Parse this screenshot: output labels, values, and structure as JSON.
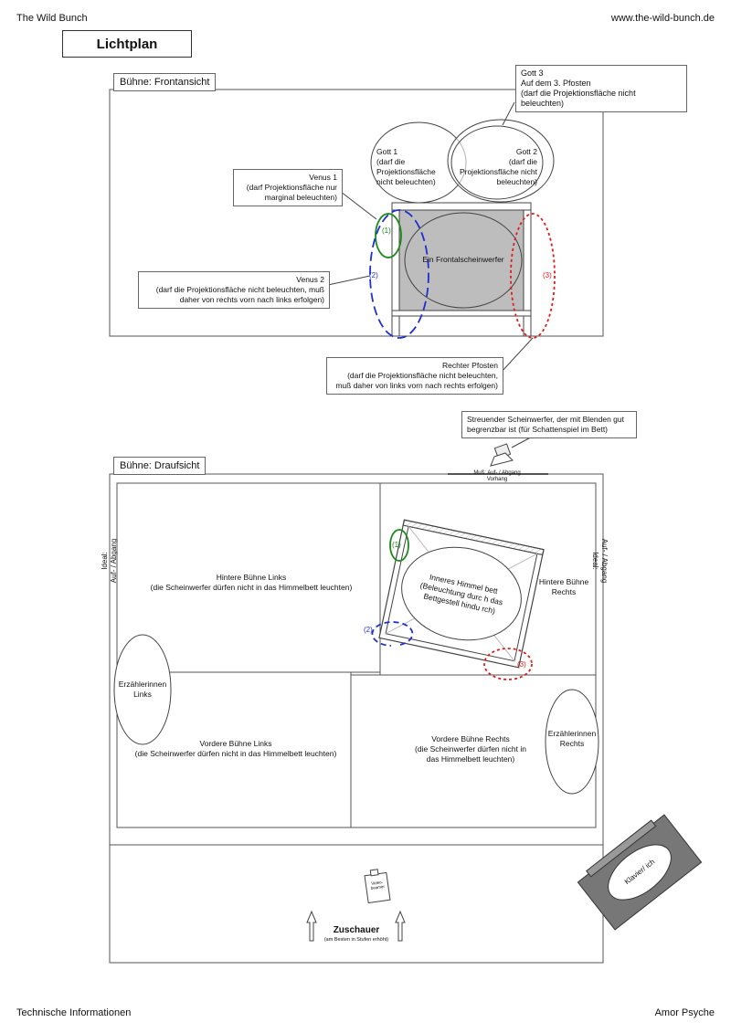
{
  "header": {
    "left": "The Wild Bunch",
    "right": "www.the-wild-bunch.de"
  },
  "title": "Lichtplan",
  "front": {
    "label": "Bühne: Frontansicht",
    "gott3": [
      "Gott 3",
      "Auf dem 3. Pfosten",
      "(darf die Projektionsfläche nicht",
      "beleuchten)"
    ],
    "gott1": [
      "Gott 1",
      "(darf die",
      "Projektionsfläche",
      "nicht beleuchten)"
    ],
    "gott2": [
      "Gott 2",
      "(darf die",
      "Projektionsfläche nicht",
      "beleuchten)"
    ],
    "venus1": [
      "Venus 1",
      "(darf Projektionsfläche nur",
      "marginal beleuchten)"
    ],
    "venus2": [
      "Venus 2",
      "(darf die Projektionsfläche nicht beleuchten, muß",
      "daher von rechts vorn nach links erfolgen)"
    ],
    "frontal": "Ein Frontalscheinwerfer",
    "m1": "(1)",
    "m2": "(2)",
    "m3": "(3)",
    "pfosten": [
      "Rechter Pfosten",
      "(darf die Projektionsfläche nicht beleuchten,",
      "muß daher von links vorn nach rechts erfolgen)"
    ]
  },
  "streu": [
    "Streuender Scheinwerfer, der mit Blenden gut",
    "begrenzbar ist (für Schattenspiel im Bett)"
  ],
  "top": {
    "label": "Bühne: Draufsicht",
    "door_top": [
      "Muß: Auf- / Abgang",
      "Vorhang"
    ],
    "left_side": [
      "Ideal:",
      "Auf- / Abgang"
    ],
    "right_side": [
      "Auf- / Abgang",
      "Ideal:"
    ],
    "hbl": [
      "Hintere Bühne Links",
      "(die Scheinwerfer dürfen nicht in das Himmelbett leuchten)"
    ],
    "hbr": [
      "Hintere Bühne",
      "Rechts"
    ],
    "bett": [
      "Inneres Himmel bett",
      "(Beleuchtung durc h das",
      "Bettgestell hindu rch)"
    ],
    "el": [
      "Erzählerinnen",
      "Links"
    ],
    "er": [
      "Erzählerinnen",
      "Rechts"
    ],
    "vbl": [
      "Vordere Bühne Links",
      "(die Scheinwerfer dürfen nicht in das Himmelbett leuchten)"
    ],
    "vbr": [
      "Vordere Bühne Rechts",
      "(die Scheinwerfer dürfen nicht in",
      "das Himmelbett leuchten)"
    ],
    "m1": "(1)",
    "m2": "(2)",
    "m3": "(3)",
    "zuschauer": "Zuschauer",
    "zuschauer_sub": "(am Besten in Stufen erhöht)",
    "video": [
      "Video-",
      "beamer"
    ],
    "klavier": "Klavier/ ich"
  },
  "footer": {
    "left": "Technische Informationen",
    "right": "Amor Psyche"
  },
  "colors": {
    "green": "#1a8a1a",
    "blue": "#1f2fd0",
    "red": "#e01b1b",
    "screen": "#bdbdbd"
  }
}
